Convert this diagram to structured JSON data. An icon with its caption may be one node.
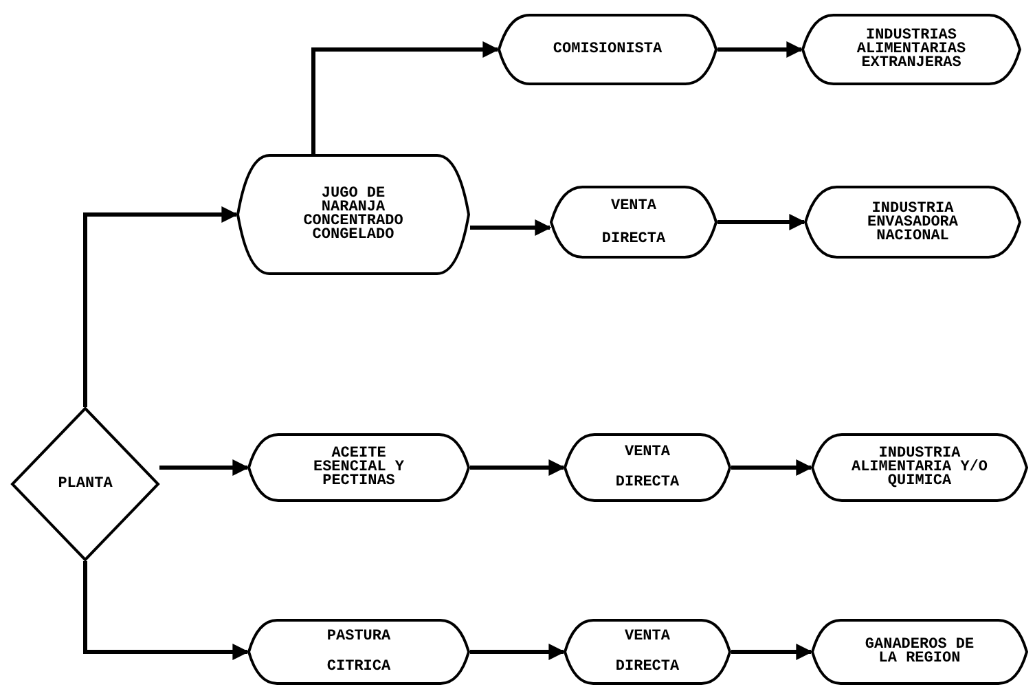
{
  "diagram": {
    "nodes": [
      {
        "text": [
          "PLANTA"
        ]
      },
      {
        "text": [
          "JUGO DE NARANJA CONCENTRADO CONGELADO"
        ]
      },
      {
        "text": [
          "COMISIONISTA"
        ]
      },
      {
        "text": [
          "INDUSTRIAS ALIMENTARIAS EXTRANJERAS"
        ]
      },
      {
        "text": [
          "VENTA DIRECTA"
        ]
      },
      {
        "text": [
          "INDUSTRIA ENVASADORA NACIONAL"
        ]
      },
      {
        "text": [
          "ACEITE ESENCIAL Y PECTINAS"
        ]
      },
      {
        "text": [
          "VENTA DIRECTA"
        ]
      },
      {
        "text": [
          "INDUSTRIA ALIMENTARIA Y/O QUIMICA"
        ]
      },
      {
        "text": [
          "PASTURA CITRICA"
        ]
      },
      {
        "text": [
          "VENTA DIRECTA"
        ]
      },
      {
        "text": [
          "GANADEROS DE LA REGION"
        ]
      }
    ],
    "edges": [
      {
        "from": 0,
        "to": 1,
        "arrow": "to"
      },
      {
        "from": 1,
        "to": 2,
        "arrow": "to"
      },
      {
        "from": 2,
        "to": 3,
        "arrow": "to"
      },
      {
        "from": 1,
        "to": 4,
        "arrow": "to"
      },
      {
        "from": 4,
        "to": 5,
        "arrow": "to"
      },
      {
        "from": 0,
        "to": 6,
        "arrow": "to"
      },
      {
        "from": 6,
        "to": 7,
        "arrow": "to"
      },
      {
        "from": 7,
        "to": 8,
        "arrow": "to"
      },
      {
        "from": 0,
        "to": 9,
        "arrow": "to"
      },
      {
        "from": 9,
        "to": 10,
        "arrow": "to"
      },
      {
        "from": 10,
        "to": 11,
        "arrow": "to"
      }
    ]
  }
}
